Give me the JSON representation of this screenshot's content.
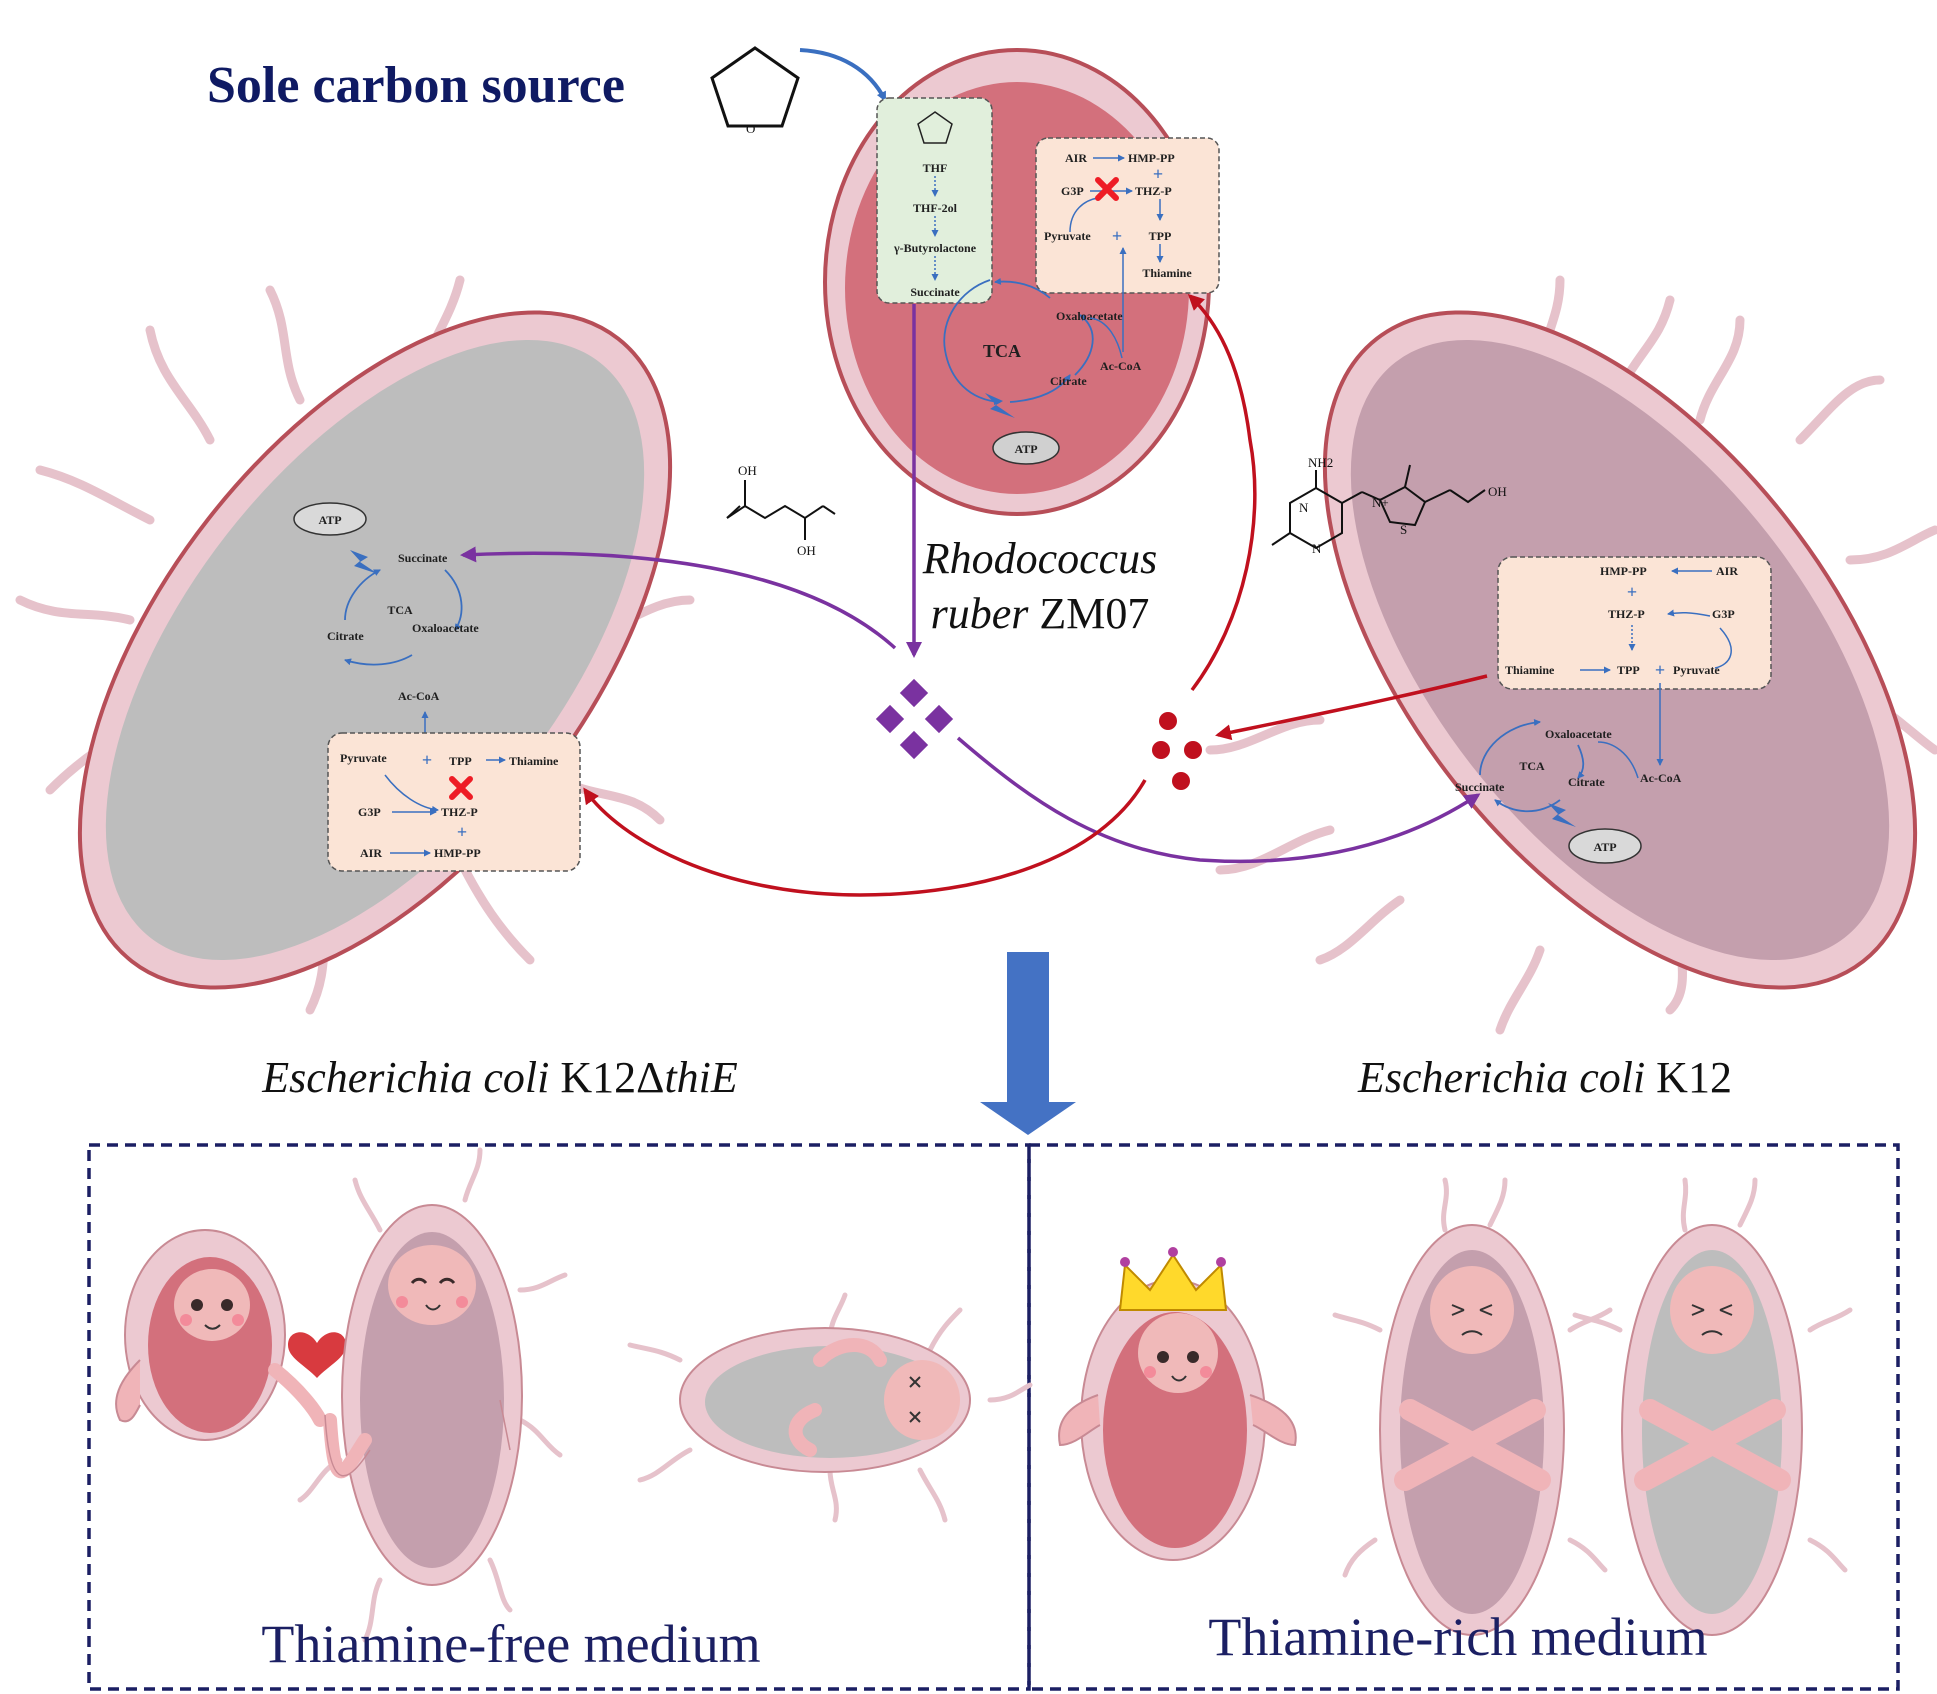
{
  "title": "Sole carbon source",
  "organisms": {
    "rhodococcus": {
      "genus": "Rhodococcus",
      "species": "ruber",
      "strain": "ZM07"
    },
    "ecoli_mutant": {
      "genus": "Escherichia coli",
      "strain": "K12Δ",
      "gene": "thiE"
    },
    "ecoli_wt": {
      "genus": "Escherichia coli",
      "strain": "K12"
    }
  },
  "thf_pathway": [
    "THF",
    "THF-2ol",
    "γ-Butyrolactone",
    "Succinate"
  ],
  "thiamine_pathway": {
    "air": "AIR",
    "hmp_pp": "HMP-PP",
    "g3p": "G3P",
    "thz_p": "THZ-P",
    "pyruvate": "Pyruvate",
    "tpp": "TPP",
    "thiamine": "Thiamine"
  },
  "tca": {
    "label": "TCA",
    "succinate": "Succinate",
    "oxaloacetate": "Oxaloacetate",
    "citrate": "Citrate",
    "ac_coa": "Ac-CoA",
    "atp": "ATP"
  },
  "chem_labels": {
    "oh": "OH",
    "nh2": "NH2",
    "n": "N",
    "n_plus": "N+",
    "s": "S",
    "o": "O"
  },
  "media": {
    "left": "Thiamine-free medium",
    "right": "Thiamine-rich medium"
  },
  "colors": {
    "cell_outer": "#ecc9d1",
    "cell_border": "#b74e58",
    "rhodo_inner": "#d3707c",
    "ecoli_mutant_inner": "#bdbdbd",
    "ecoli_wt_inner": "#c49fad",
    "metabolic_box": "#fbe4d6",
    "thf_box": "#e1efdc",
    "succinate_arrow": "#7a32a0",
    "thiamine_arrow": "#c0101e",
    "pathway_blue": "#3a6fc0",
    "main_arrow": "#4472c4",
    "frame": "#1b1f63",
    "title_color": "#0f1a63"
  },
  "icons": [
    "block-x-icon",
    "heart-icon",
    "crown-icon",
    "lightning-icon"
  ]
}
